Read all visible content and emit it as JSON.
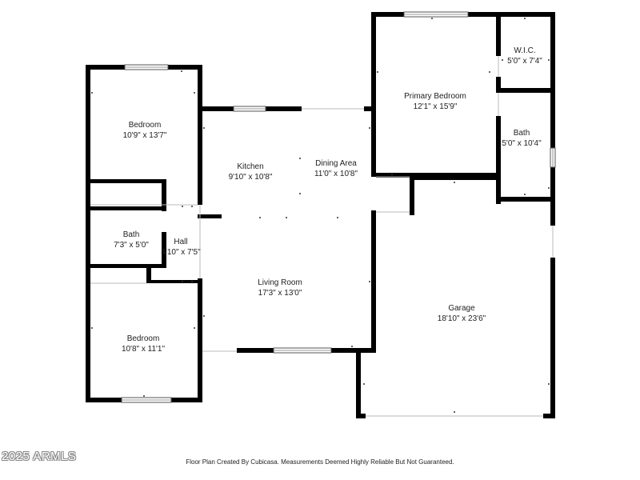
{
  "rooms": {
    "bedroom_top": {
      "name": "Bedroom",
      "dims": "10'9\" x 13'7\""
    },
    "bath_left": {
      "name": "Bath",
      "dims": "7'3\" x 5'0\""
    },
    "hall": {
      "name": "Hall",
      "dims": "4'10\" x 7'5\""
    },
    "bedroom_bottom": {
      "name": "Bedroom",
      "dims": "10'8\" x 11'1\""
    },
    "kitchen": {
      "name": "Kitchen",
      "dims": "9'10\" x 10'8\""
    },
    "dining": {
      "name": "Dining Area",
      "dims": "11'0\" x 10'8\""
    },
    "living": {
      "name": "Living Room",
      "dims": "17'3\" x 13'0\""
    },
    "primary_bedroom": {
      "name": "Primary Bedroom",
      "dims": "12'1\" x 15'9\""
    },
    "wic": {
      "name": "W.I.C.",
      "dims": "5'0\" x 7'4\""
    },
    "bath_right": {
      "name": "Bath",
      "dims": "5'0\" x 10'4\""
    },
    "garage": {
      "name": "Garage",
      "dims": "18'10\" x 23'6\""
    }
  },
  "copyright": "2025 ARMLS",
  "footer": "Floor Plan Created By Cubicasa. Measurements Deemed Highly Reliable But Not Guaranteed."
}
